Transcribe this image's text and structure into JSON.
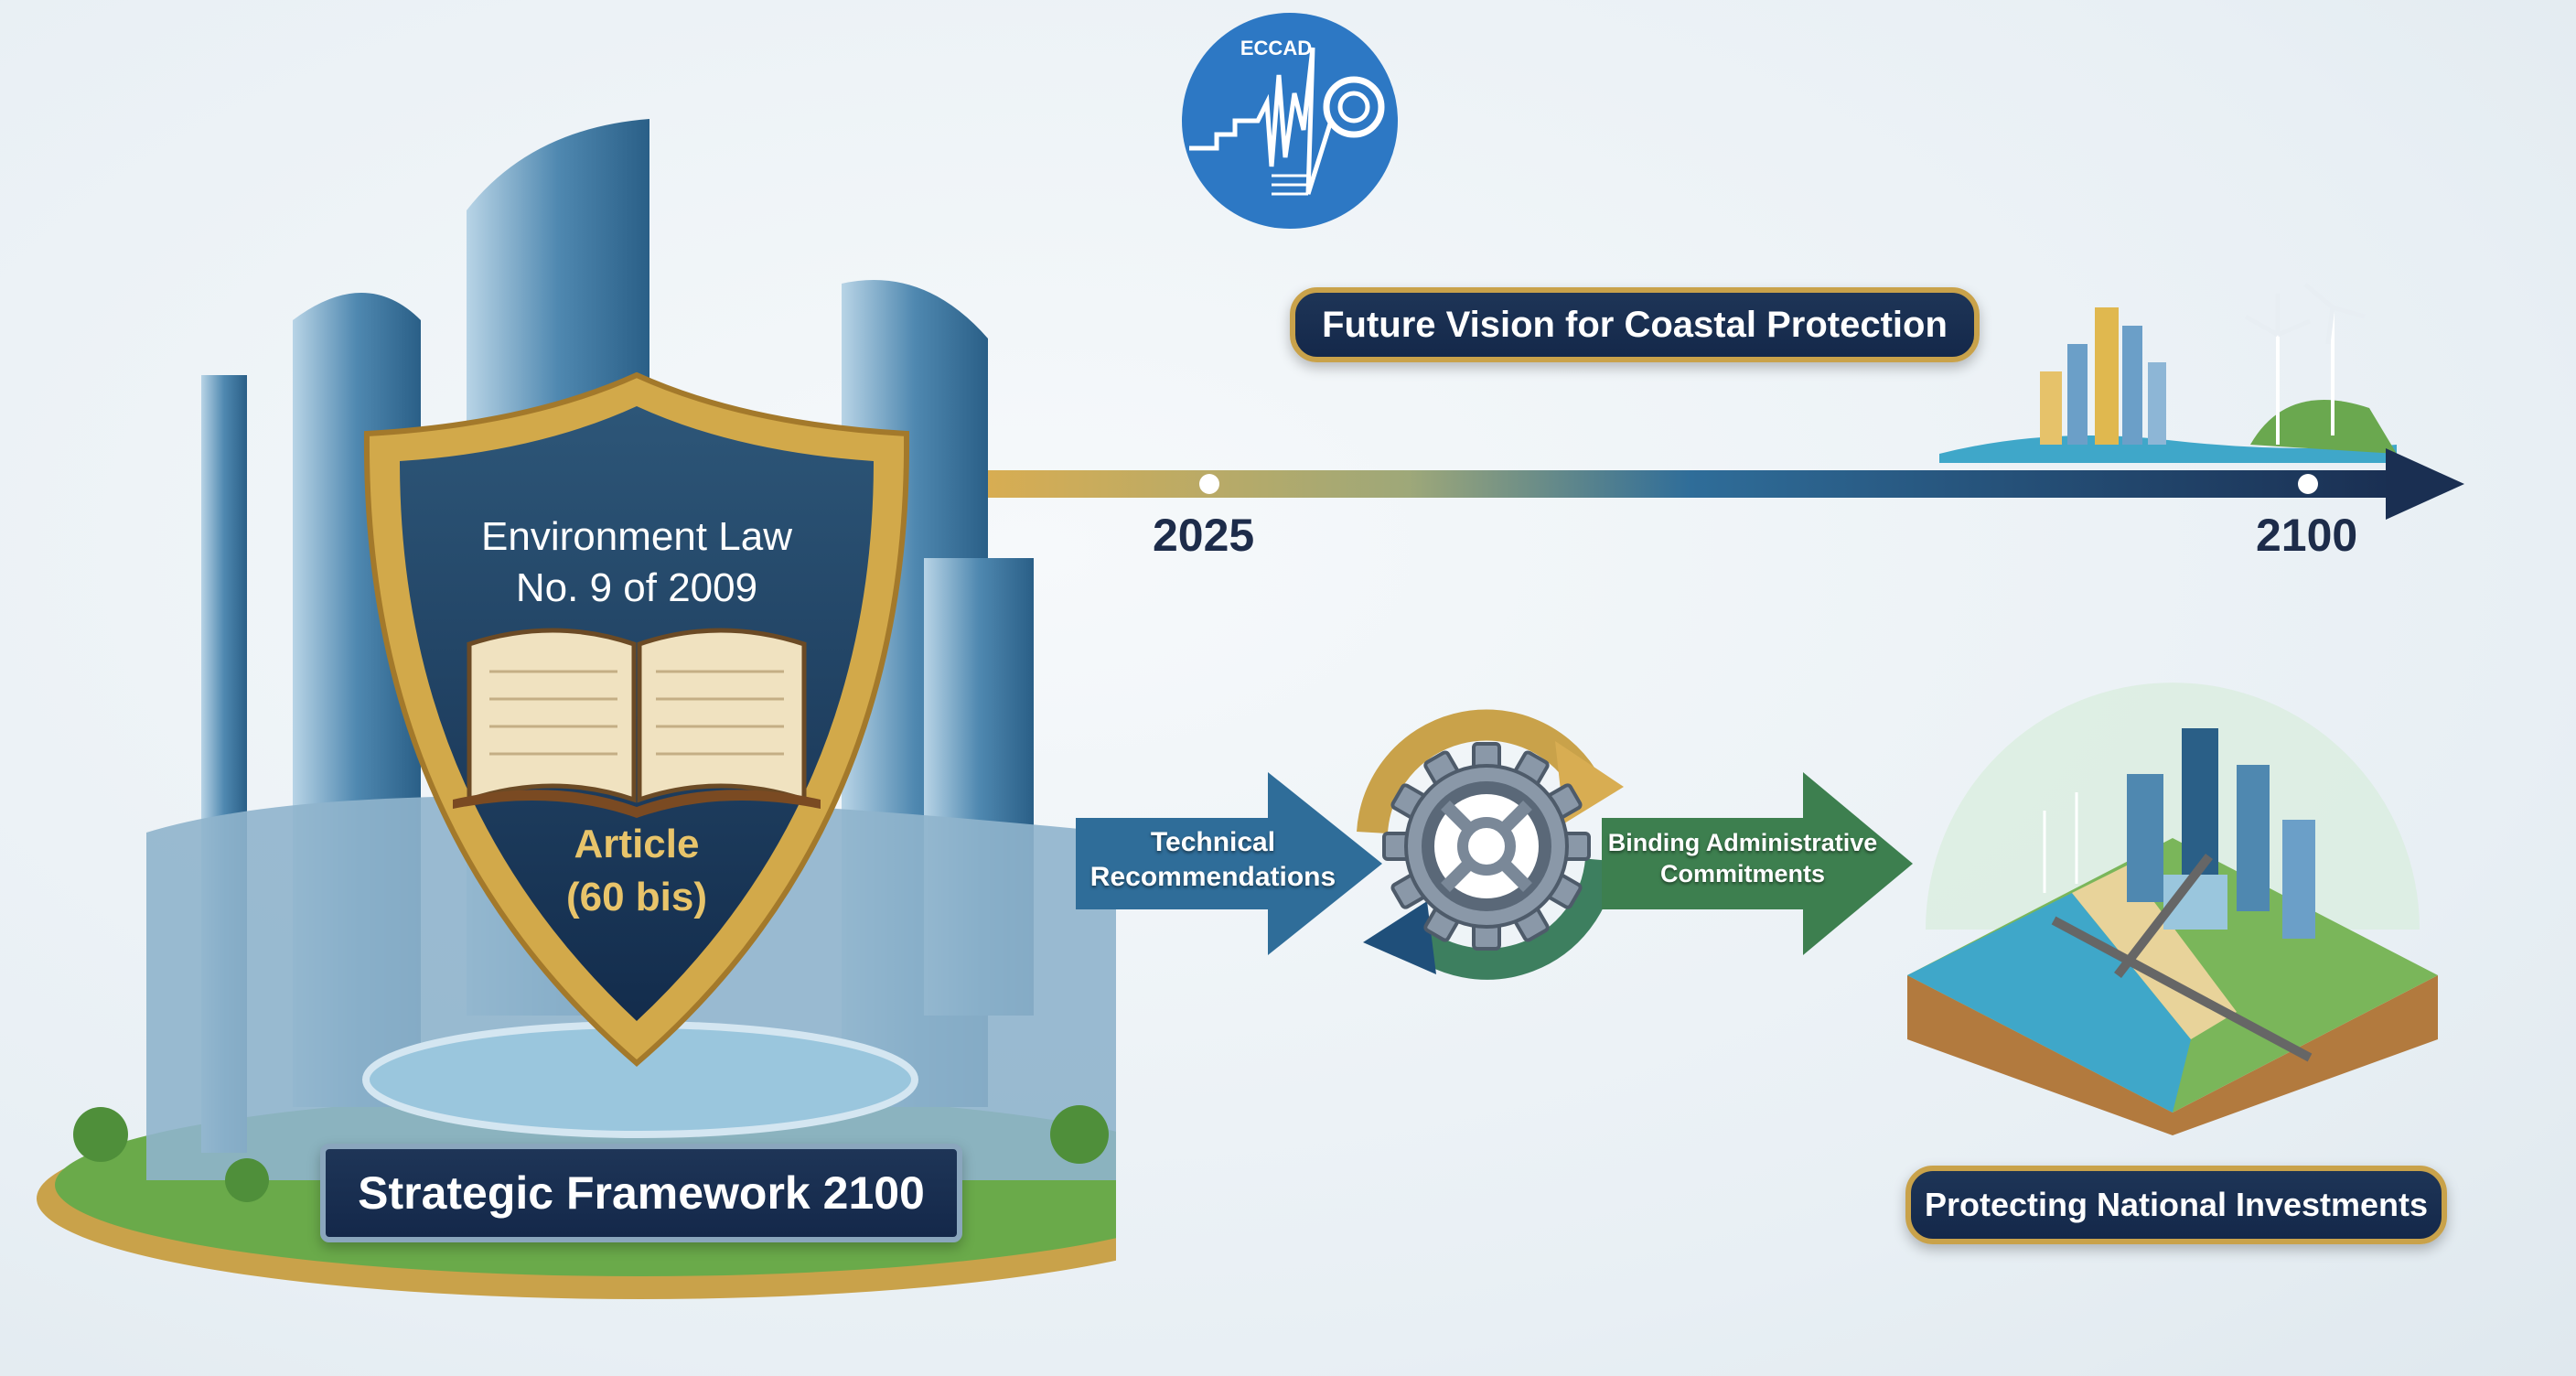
{
  "logo": {
    "text": "ECCAD"
  },
  "timeline": {
    "title": "Future Vision for Coastal Protection",
    "start_year": "2025",
    "end_year": "2100"
  },
  "shield": {
    "line1": "Environment Law",
    "line2": "No. 9 of 2009",
    "article_line1": "Article",
    "article_line2": "(60 bis)"
  },
  "base_label": "Strategic Framework 2100",
  "process": {
    "input_label": "Technical Recommendations",
    "output_label": "Binding Administrative Commitments"
  },
  "outcome_label": "Protecting National Investments",
  "colors": {
    "navy": "#1a2f52",
    "gold": "#c9a24a",
    "blue": "#2f6d99",
    "green": "#3d7f4f",
    "logo_blue": "#2d78c4"
  }
}
